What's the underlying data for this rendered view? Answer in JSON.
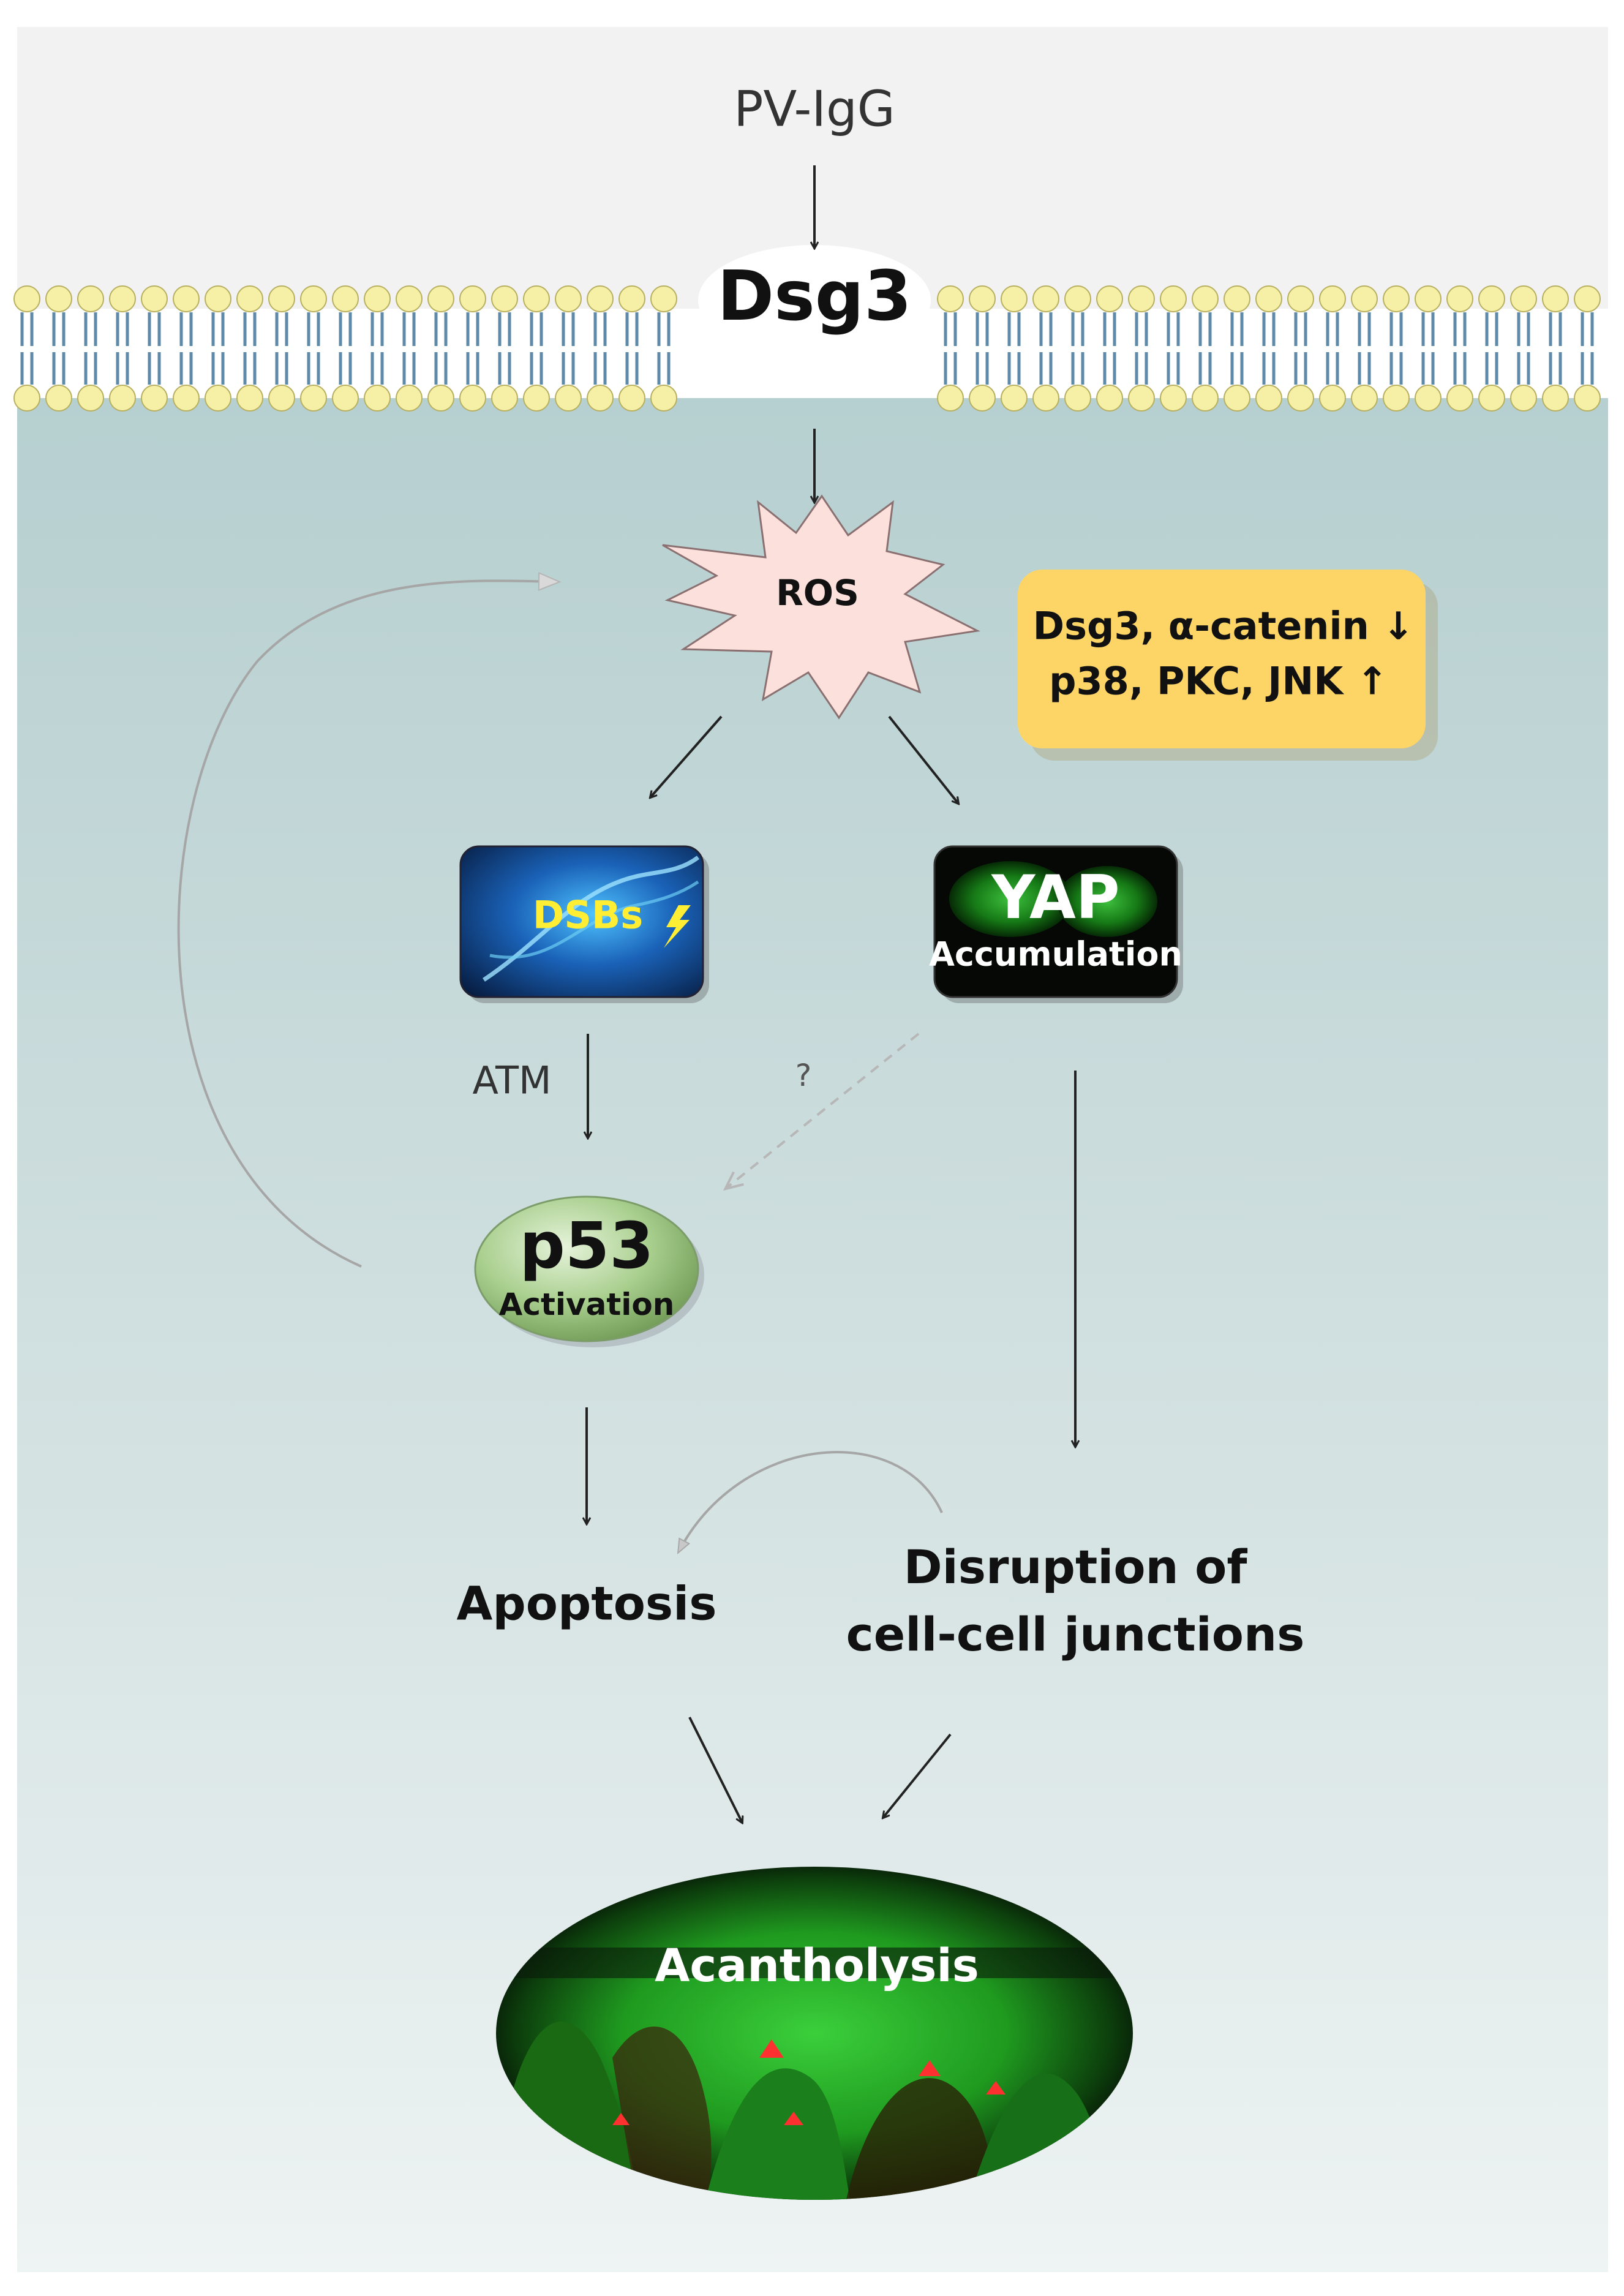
{
  "labels": {
    "pv_igg": "PV-IgG",
    "dsg3": "Dsg3",
    "ros": "ROS",
    "dsbs": "DSBs",
    "yap": "YAP",
    "accumulation": "Accumulation",
    "atm": "ATM",
    "question": "?",
    "p53": "p53",
    "activation": "Activation",
    "apoptosis": "Apoptosis",
    "disruption_line1": "Disruption of",
    "disruption_line2": "cell-cell junctions",
    "acantholysis": "Acantholysis"
  },
  "info_box": {
    "line1": "Dsg3, α-catenin",
    "line1_arrow": "↓",
    "line2": "p38, PKC, JNK",
    "line2_arrow": "↑"
  },
  "colors": {
    "extracellular_bg": "#f2f2f2",
    "cytoplasm_top": "#b9d1d2",
    "cytoplasm_bottom": "#eef2f2",
    "lipid_head": "#f5f0a6",
    "lipid_tail": "#5d8aa8",
    "ros_star": "#fbe0dc",
    "info_box": "#fdd566",
    "p53_ellipse": "#a9cf8e",
    "dsbs_text": "#ffee33",
    "tissue_green": "#2fbf2f"
  }
}
